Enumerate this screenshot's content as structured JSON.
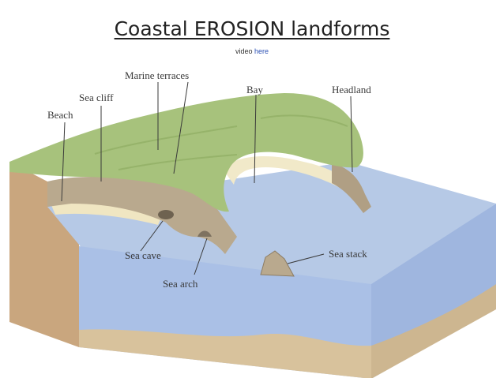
{
  "header": {
    "title": "Coastal EROSION landforms",
    "video_prefix": "video",
    "video_link": "here"
  },
  "diagram": {
    "labels": {
      "marine_terraces": "Marine terraces",
      "sea_cliff": "Sea cliff",
      "beach": "Beach",
      "bay": "Bay",
      "headland": "Headland",
      "sea_cave": "Sea cave",
      "sea_arch": "Sea arch",
      "sea_stack": "Sea stack"
    },
    "colors": {
      "sea": "#b6c9e6",
      "sea_front": "#aac0e6",
      "land_top": "#a7c27c",
      "cliff": "#b9a98e",
      "beach": "#f0e6c2",
      "earth": "#c9a67e",
      "seabed": "#d8c29c"
    }
  }
}
